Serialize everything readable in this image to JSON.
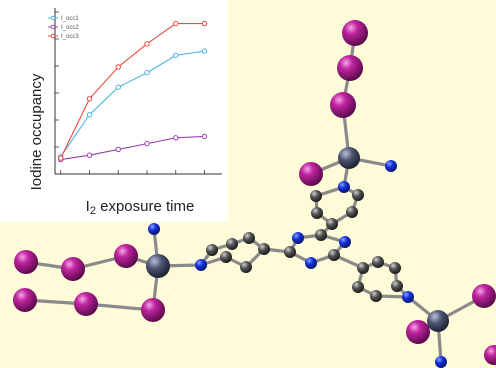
{
  "chart_data": {
    "type": "line",
    "xlabel": "I₂ exposure time",
    "ylabel": "Iodine occupancy",
    "x": [
      1,
      2,
      3,
      4,
      5,
      6
    ],
    "series": [
      {
        "name": "I_occ1",
        "color": "#4db3e6",
        "values": [
          0.12,
          0.41,
          0.6,
          0.7,
          0.82,
          0.85
        ]
      },
      {
        "name": "I_occ2",
        "color": "#9b3fb0",
        "values": [
          0.1,
          0.13,
          0.17,
          0.21,
          0.25,
          0.26
        ]
      },
      {
        "name": "I_occ3",
        "color": "#e8493f",
        "values": [
          0.11,
          0.52,
          0.74,
          0.9,
          1.04,
          1.04
        ]
      }
    ],
    "ylim": [
      0,
      1.12
    ],
    "xlim": [
      0.8,
      6.4
    ],
    "grid": false,
    "legend": "top-left"
  },
  "molecule": {
    "iodine_color": "#a0148c",
    "metal_color": "#4c5470",
    "nitrogen_color": "#1230d8",
    "carbon_color": "#4a4a4a",
    "bond_color": "#8a8a8a"
  }
}
